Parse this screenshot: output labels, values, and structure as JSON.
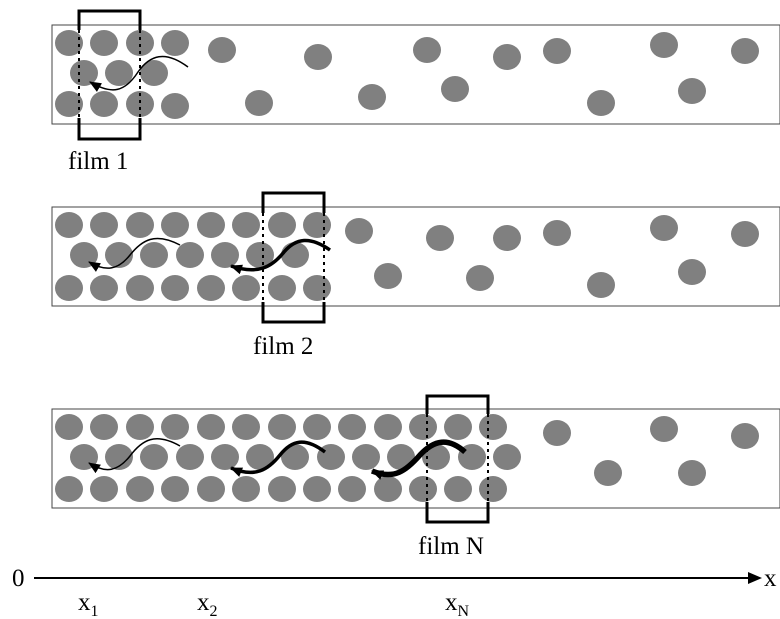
{
  "film_labels": [
    "film 1",
    "film 2",
    "film N"
  ],
  "axis": {
    "origin": "0",
    "arrow_label": "x",
    "ticks": [
      {
        "base": "x",
        "sub": "1"
      },
      {
        "base": "x",
        "sub": "2"
      },
      {
        "base": "x",
        "sub": "N"
      }
    ]
  },
  "colors": {
    "particle": "#808080",
    "line": "#000000",
    "tube_border": "#444444",
    "background": "#ffffff"
  }
}
